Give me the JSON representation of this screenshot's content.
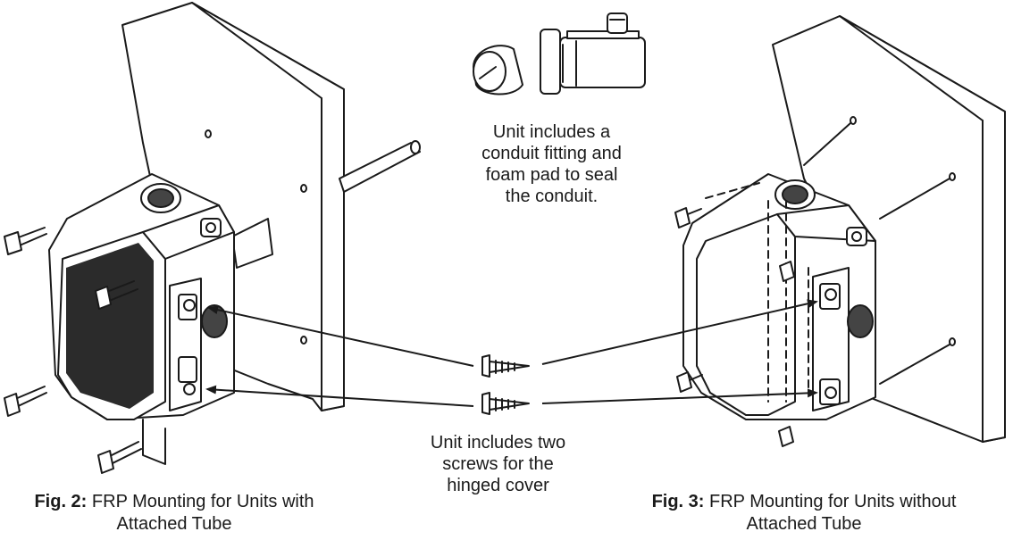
{
  "labels": {
    "conduit_note": "Unit includes a conduit fitting and foam pad to seal the conduit.",
    "screws_note": "Unit includes two screws for the hinged cover"
  },
  "captions": {
    "fig2": {
      "fig": "Fig. 2:",
      "text": "FRP Mounting for Units with Attached Tube"
    },
    "fig3": {
      "fig": "Fig. 3:",
      "text": "FRP Mounting for Units without Attached Tube"
    }
  },
  "colors": {
    "line": "#1a1a1a",
    "fill": "#ffffff",
    "shade": "#2b2b2b"
  }
}
